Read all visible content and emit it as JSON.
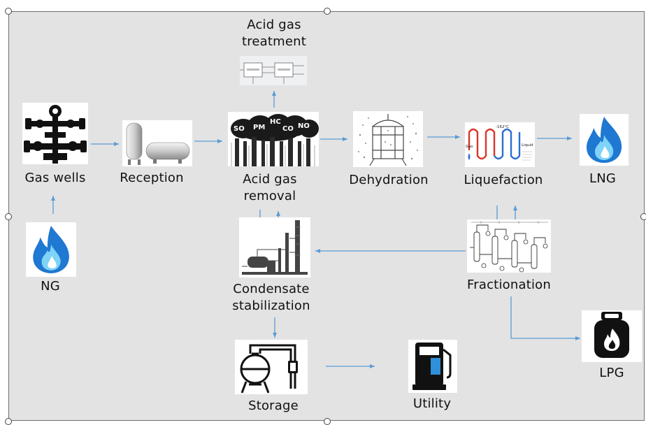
{
  "nodes": {
    "acid_gas_treatment": {
      "line1": "Acid gas",
      "line2": "treatment"
    },
    "gas_wells": "Gas wells",
    "reception": "Reception",
    "acid_gas_removal": {
      "line1": "Acid gas",
      "line2": "removal"
    },
    "dehydration": "Dehydration",
    "liquefaction": "Liquefaction",
    "lng": "LNG",
    "ng": "NG",
    "fractionation": "Fractionation",
    "condensate_stabilization": {
      "line1": "Condensate",
      "line2": "stabilization"
    },
    "lpg": "LPG",
    "storage": "Storage",
    "utility": "Utility"
  },
  "emissions_labels": [
    "SO",
    "PM",
    "HC",
    "CO",
    "NO"
  ],
  "liquefaction_icon_text": {
    "temp": "-162°C",
    "gas": "Gas",
    "liquid": "Liquid"
  },
  "colors": {
    "arrow": "#5b9bd5",
    "flame_outer": "#1f78d1",
    "flame_inner": "#7fd3f7",
    "panel": "#e3e3e3"
  }
}
